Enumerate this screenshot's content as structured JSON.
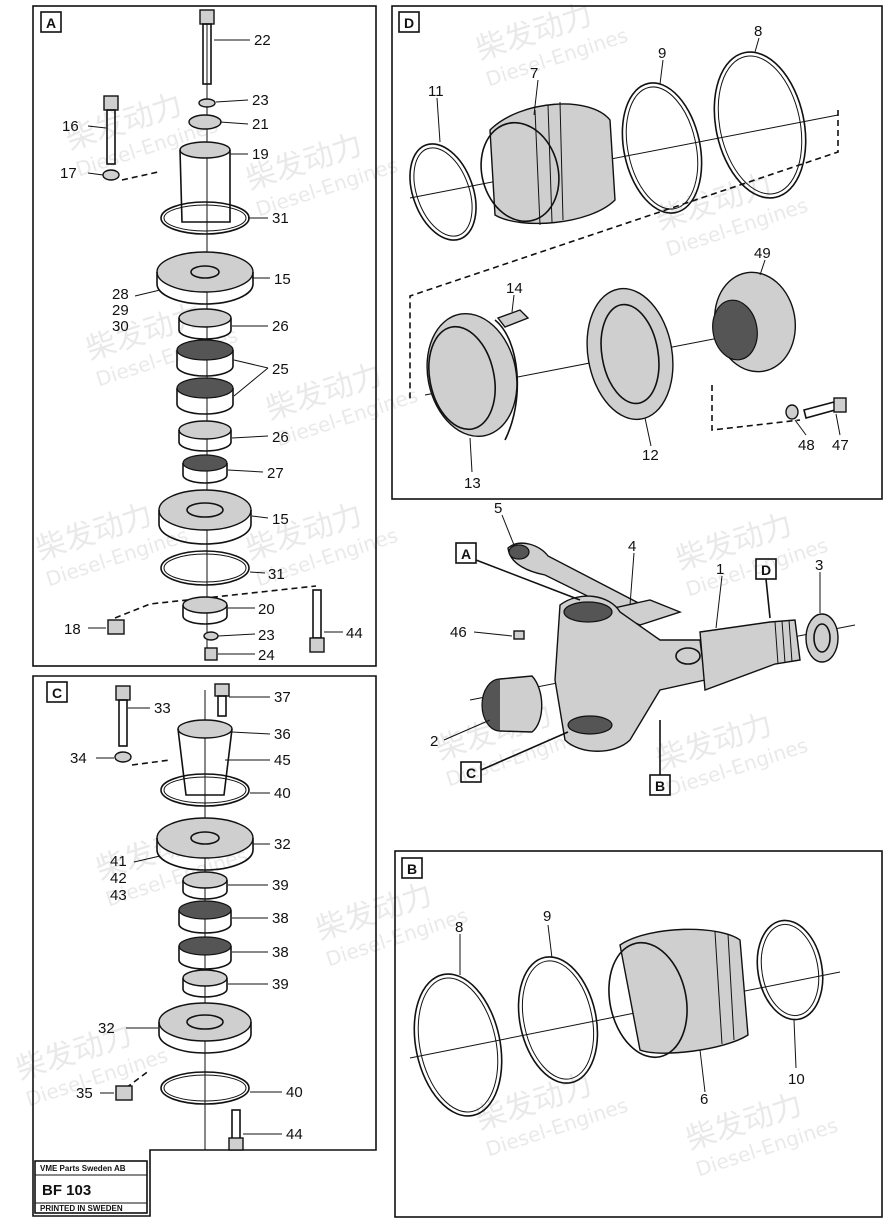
{
  "panels": {
    "A": {
      "letter": "A",
      "callouts": [
        "22",
        "23",
        "21",
        "19",
        "16",
        "17",
        "31",
        "15",
        "28",
        "29",
        "30",
        "26",
        "25",
        "26",
        "27",
        "15",
        "31",
        "18",
        "20",
        "23",
        "24",
        "44"
      ]
    },
    "B": {
      "letter": "B",
      "callouts": [
        "8",
        "9",
        "10",
        "6"
      ]
    },
    "C": {
      "letter": "C",
      "callouts": [
        "33",
        "37",
        "36",
        "34",
        "45",
        "40",
        "32",
        "41",
        "42",
        "43",
        "39",
        "38",
        "38",
        "39",
        "32",
        "35",
        "40",
        "44"
      ]
    },
    "D": {
      "letter": "D",
      "callouts": [
        "11",
        "7",
        "9",
        "8",
        "14",
        "49",
        "13",
        "12",
        "48",
        "47"
      ]
    },
    "main": {
      "callouts": [
        "5",
        "4",
        "1",
        "3",
        "46",
        "2"
      ],
      "refs": [
        "A",
        "D",
        "C",
        "B"
      ]
    }
  },
  "footer": {
    "company": "VME Parts Sweden AB",
    "code": "BF 103",
    "printed": "PRINTED IN SWEDEN"
  },
  "watermark": {
    "cn": "柴发动力",
    "en": "Diesel-Engines"
  }
}
